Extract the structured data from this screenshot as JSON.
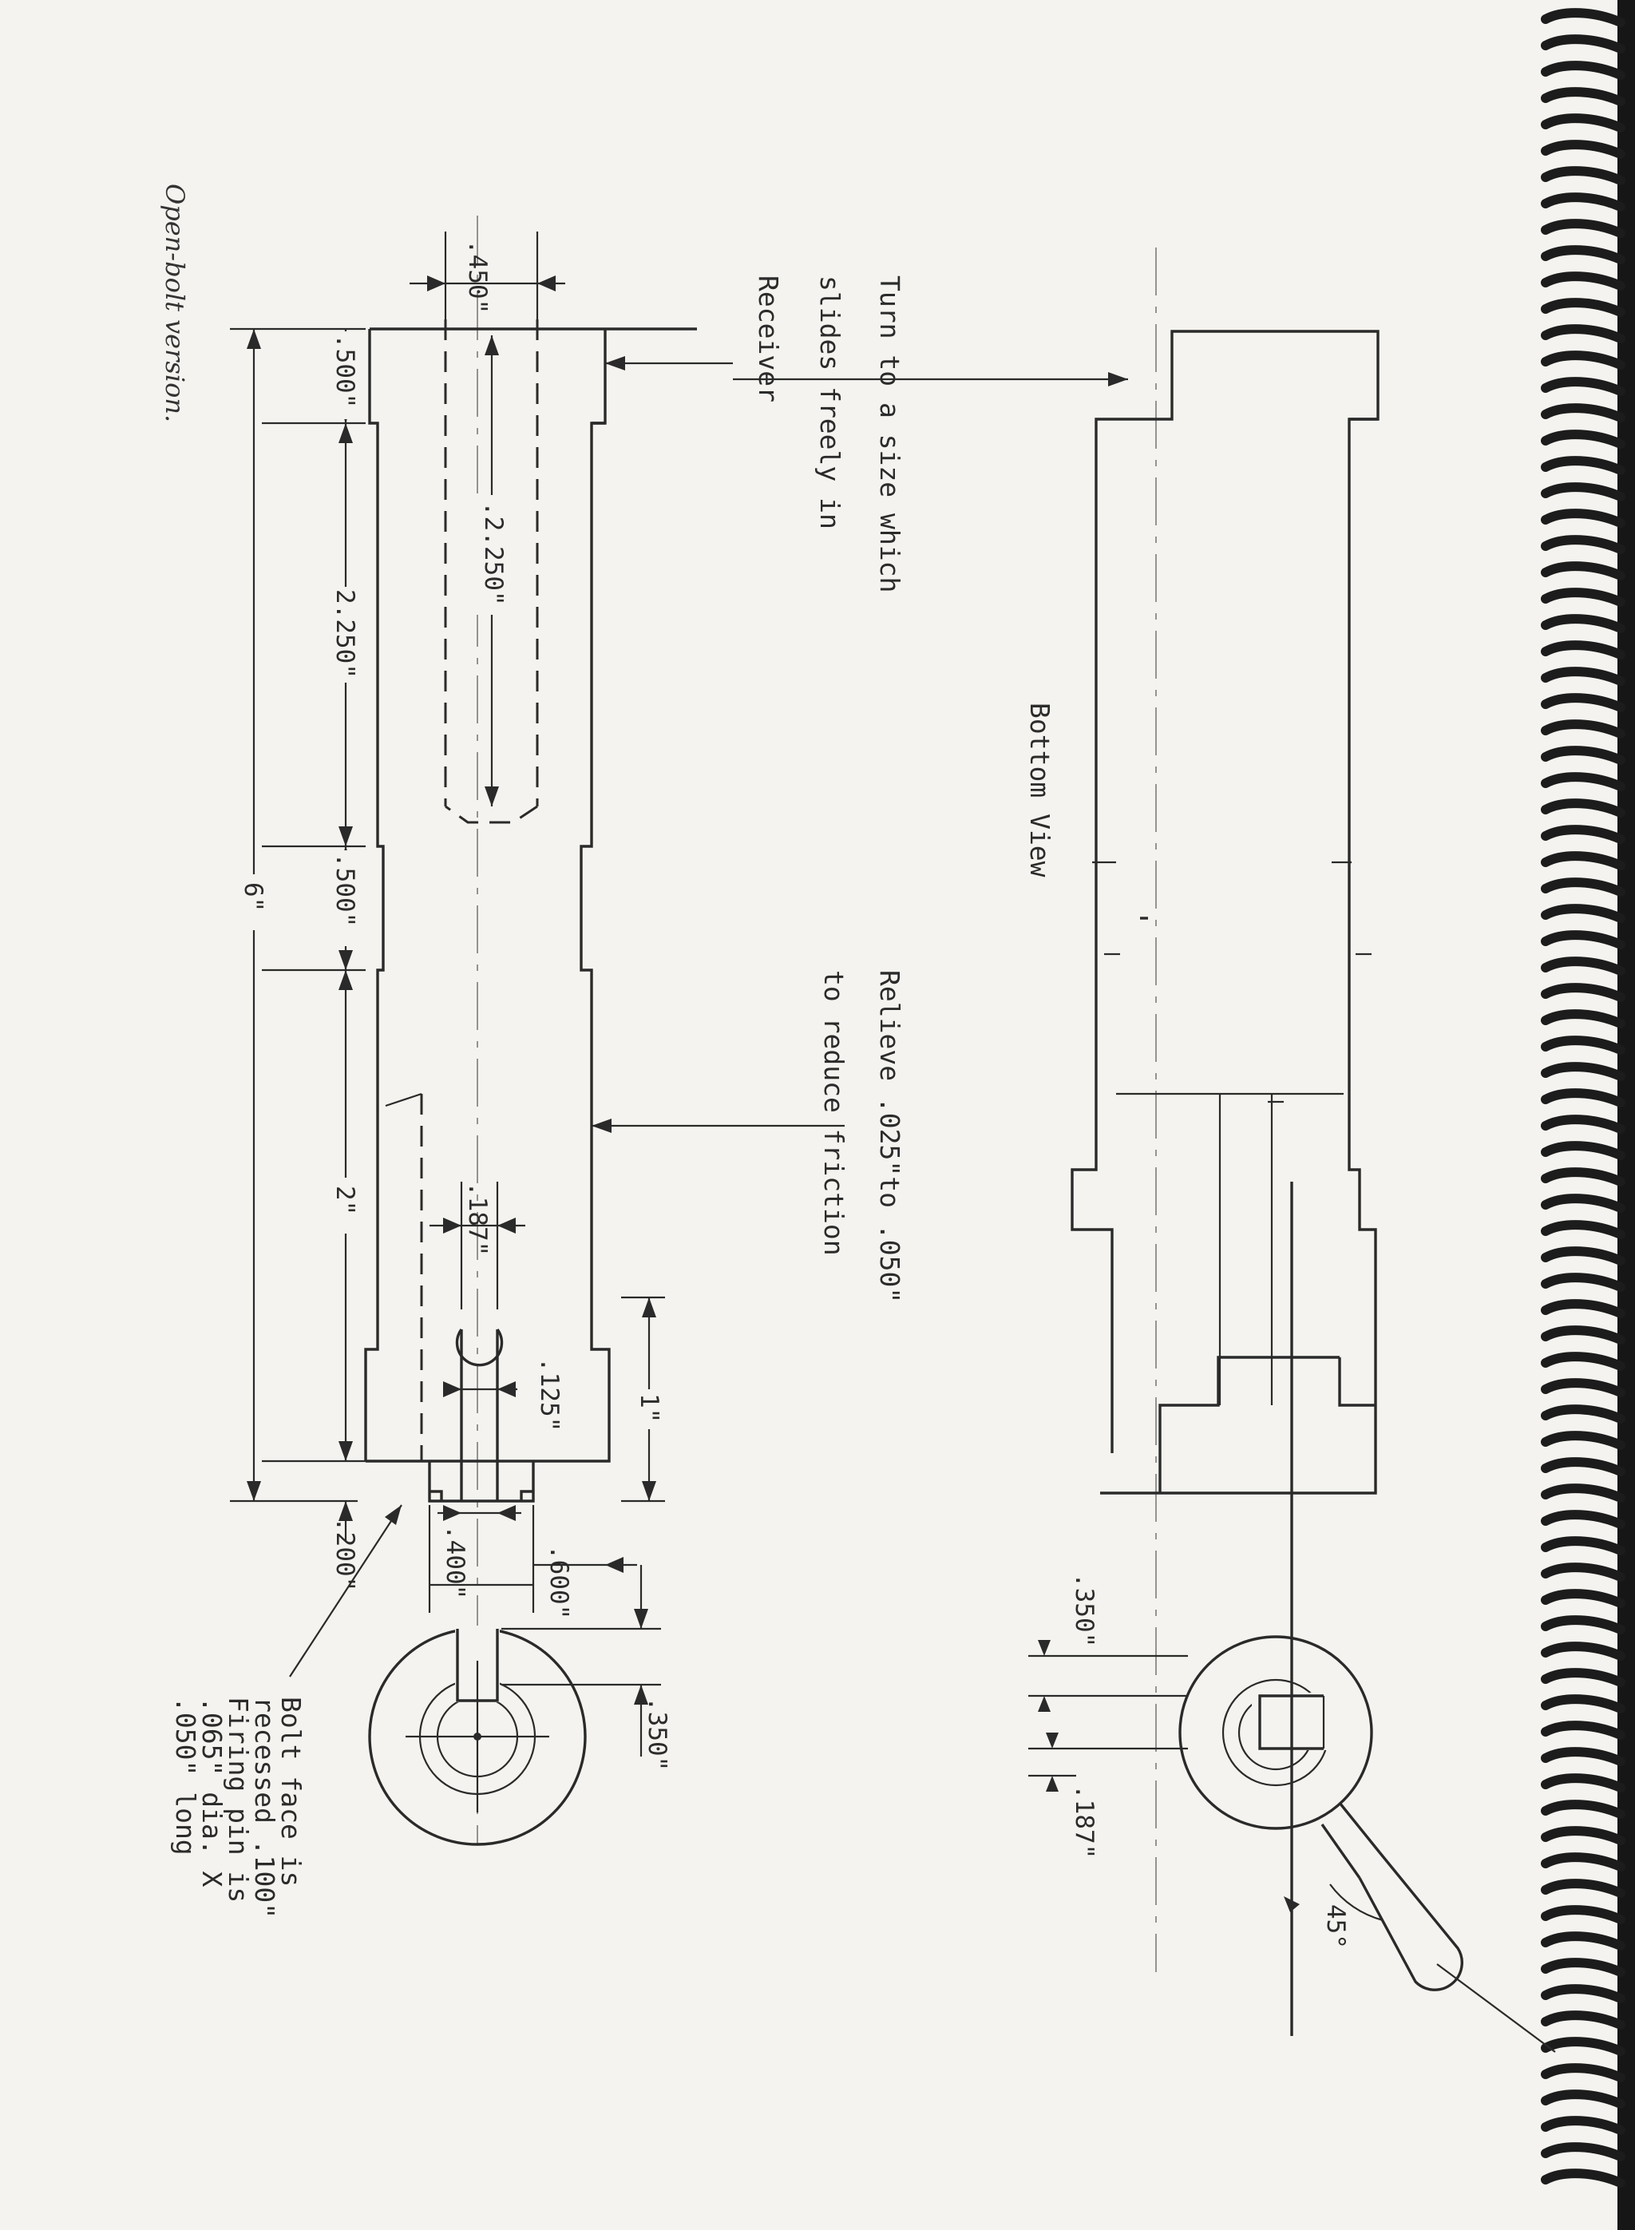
{
  "bottom_view": {
    "title": "Bottom View",
    "dims": {
      "width": ".350\"",
      "slot": ".187\"",
      "angle": "45°"
    }
  },
  "side_view": {
    "note_turn": [
      "Turn to a size which",
      "slides freely in",
      "Receiver"
    ],
    "note_relieve": [
      "Relieve .025\"to .050\"",
      "to reduce friction"
    ],
    "note_bolt": [
      "Bolt face is",
      "recessed .100\"",
      "Firing pin is",
      ".065\" dia. X",
      ".050\" long"
    ],
    "dims": {
      "bore_dia": ".450\"",
      "bore_len": ".2.250\"",
      "sec1": ".500\"",
      "sec2": "2.250\"",
      "sec3": ".500\"",
      "sec4": "2\"",
      "overall": "6\"",
      "front": ".200\"",
      "pin_head": ".187\"",
      "pin_shank": ".125\"",
      "pin_len": "1\"",
      "boss": ".400\"",
      "face": ".600\"",
      "end_slot": ".350\""
    }
  },
  "caption": "Open-bolt version."
}
